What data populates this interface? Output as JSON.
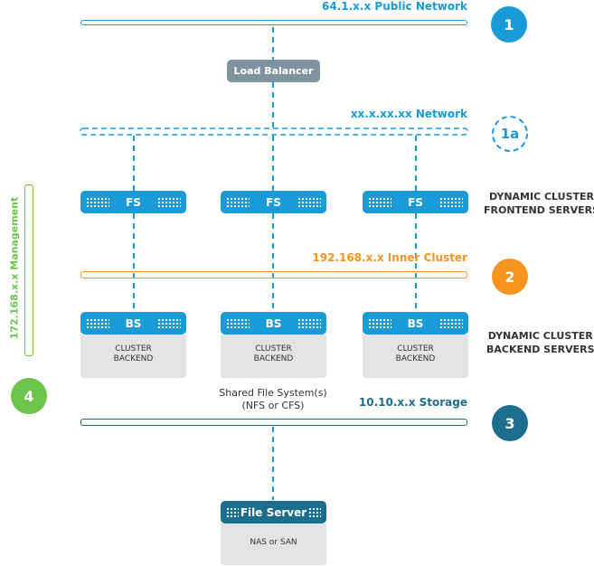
{
  "networks": {
    "public": "64.1.x.x Public Network",
    "xx": "xx.x.xx.xx Network",
    "inner": "192.168.x.x Inner Cluster",
    "storage": "10.10.x.x Storage",
    "management": "172.168.x.x Management"
  },
  "load_balancer": "Load Balancer",
  "frontend": {
    "servers": [
      "FS",
      "FS",
      "FS"
    ],
    "label_line1": "DYNAMIC CLUSTER",
    "label_line2": "FRONTEND SERVERS"
  },
  "backend": {
    "servers": [
      "BS",
      "BS",
      "BS"
    ],
    "box_line1": "CLUSTER",
    "box_line2": "BACKEND",
    "label_line1": "DYNAMIC CLUSTER",
    "label_line2": "BACKEND SERVERS"
  },
  "shared_fs": {
    "line1": "Shared File System(s)",
    "line2": "(NFS or CFS)"
  },
  "file_server": {
    "title": "File Server",
    "subtitle": "NAS or SAN"
  },
  "badges": [
    "1",
    "1a",
    "2",
    "3",
    "4"
  ],
  "colors": {
    "blue": "#1a9ad6",
    "orange": "#f7941d",
    "dark_teal": "#1c6e8c",
    "green": "#6cc44a",
    "grey": "#7f939e"
  }
}
